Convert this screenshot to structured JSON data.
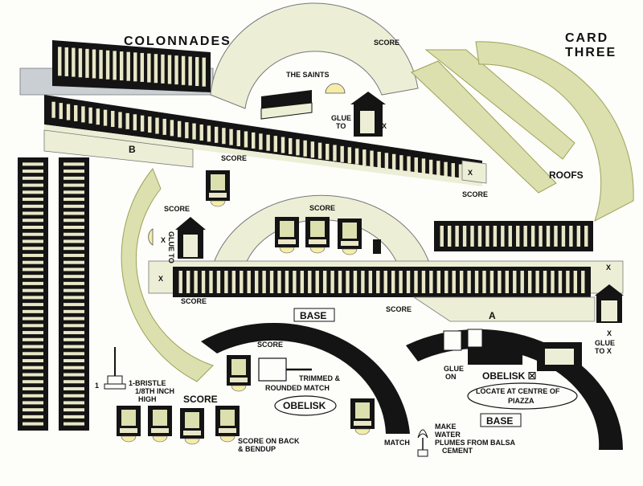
{
  "title": "COLONNADES",
  "card_label_1": "CARD",
  "card_label_2": "THREE",
  "labels": {
    "piece_b": "B",
    "piece_a": "A",
    "roofs": "ROOFS",
    "the_saints": "THE SAINTS",
    "glue_to_1": "GLUE",
    "glue_to_2": "TO",
    "glue_to_x_1": "GLUE",
    "glue_to_x_2": "TO X",
    "glue_to_vert": "GLUE TO",
    "glue_on_1": "GLUE",
    "glue_on_2": "ON",
    "score": "SCORE",
    "score_big": "SCORE",
    "x": "X",
    "base": "BASE",
    "bristle_1": "1-BRISTLE",
    "bristle_2": "1/8TH INCH",
    "bristle_3": "HIGH",
    "bristle_num": "1",
    "trimmed_1": "TRIMMED &",
    "trimmed_2": "ROUNDED MATCH",
    "obelisk": "OBELISK",
    "obelisk_mark": "OBELISK ☒",
    "locate_1": "LOCATE AT CENTRE OF",
    "locate_2": "PIAZZA",
    "score_back_1": "SCORE ON BACK",
    "score_back_2": "& BENDUP",
    "make_1": "MAKE",
    "make_2": "WATER",
    "make_3": "PLUMES FROM BALSA",
    "make_4": "CEMENT",
    "match": "MATCH"
  },
  "colors": {
    "paper": "#fdfdfa",
    "olive": "#dcdfae",
    "olive_dark": "#9ea258",
    "cream": "#ecefd6",
    "ink": "#141414",
    "column_cream": "#e8e6c6",
    "grey_tab": "#c9cfd3",
    "pale_yellow": "#f4eca8"
  }
}
